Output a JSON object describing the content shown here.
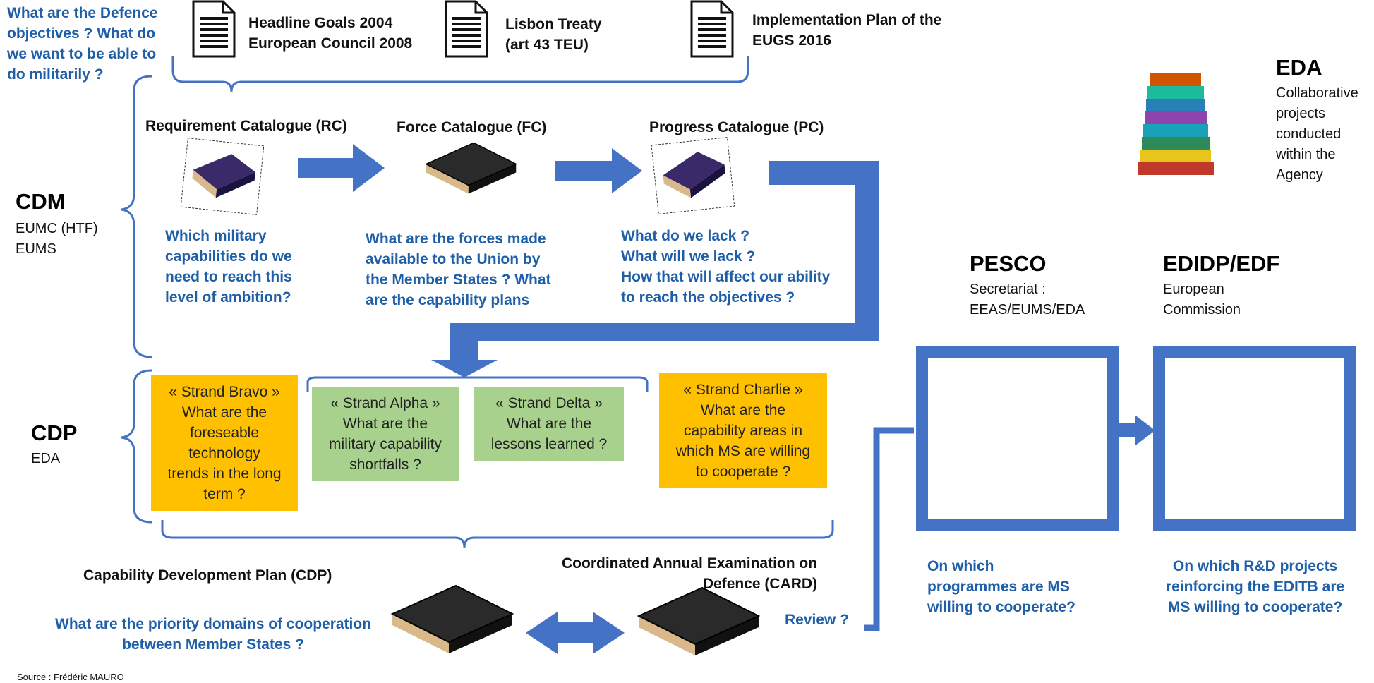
{
  "top": {
    "question_lines": [
      "What are the Defence",
      "objectives ? What do",
      "we want to be able to",
      "do militarily ?"
    ],
    "doc1_lines": [
      "Headline Goals 2004",
      "European Council 2008"
    ],
    "doc2_lines": [
      "Lisbon Treaty",
      "(art 43 TEU)"
    ],
    "doc3_lines": [
      "Implementation Plan of the",
      "EUGS 2016"
    ],
    "doc_icon": "document-icon"
  },
  "cdm": {
    "title": "CDM",
    "lines": [
      "EUMC (HTF)",
      "EUMS"
    ]
  },
  "catalogues": [
    {
      "title": "Requirement Catalogue (RC)",
      "question_lines": [
        "Which military",
        "capabilities do we",
        "need to reach this",
        "level of ambition?"
      ]
    },
    {
      "title": "Force Catalogue (FC)",
      "question_lines": [
        "What are the forces made",
        "available to the Union by",
        "the Member States ? What",
        "are the capability plans"
      ]
    },
    {
      "title": "Progress Catalogue (PC)",
      "question_lines": [
        "What do we lack ?",
        "What will we lack ?",
        "How that will affect our ability",
        "to reach the objectives ?"
      ]
    }
  ],
  "cdp": {
    "title": "CDP",
    "sub": "EDA"
  },
  "strands": {
    "bravo": [
      "« Strand Bravo »",
      "What are the",
      "foreseable",
      "technology",
      "trends in the long",
      "term ?"
    ],
    "alpha": [
      "« Strand Alpha »",
      "What are the",
      "military capability",
      "shortfalls ?"
    ],
    "delta": [
      "« Strand Delta »",
      "What are the",
      "lessons learned ?"
    ],
    "charlie": [
      "« Strand Charlie »",
      "What are the",
      "capability areas in",
      "which MS are willing",
      "to cooperate ?"
    ]
  },
  "bottom": {
    "cdp_plan": "Capability Development Plan (CDP)",
    "cdp_question_lines": [
      "What are the priority domains of cooperation",
      "between Member States ?"
    ],
    "card_lines": [
      "Coordinated Annual Examination on",
      "Defence (CARD)"
    ],
    "review": "Review ?",
    "source": "Source : Frédéric MAURO"
  },
  "eda": {
    "title": "EDA",
    "lines": [
      "Collaborative",
      "projects",
      "conducted",
      "within the",
      "Agency"
    ]
  },
  "pesco": {
    "title": "PESCO",
    "lines": [
      "Secretariat :",
      "EEAS/EUMS/EDA"
    ],
    "question_lines": [
      "On which",
      "programmes are MS",
      "willing to cooperate?"
    ]
  },
  "edidp": {
    "title": "EDIDP/EDF",
    "lines": [
      "European",
      "Commission"
    ],
    "question_lines": [
      "On which R&D projects",
      "reinforcing the EDITB are",
      "MS willing to cooperate?"
    ]
  },
  "colors": {
    "arrow_blue": "#4472c4",
    "text_blue": "#1f5fa8",
    "strand_orange": "#ffc000",
    "strand_green": "#a9d18e",
    "book_black": "#1a1a1a",
    "book_purple": "#3a2a6a"
  }
}
